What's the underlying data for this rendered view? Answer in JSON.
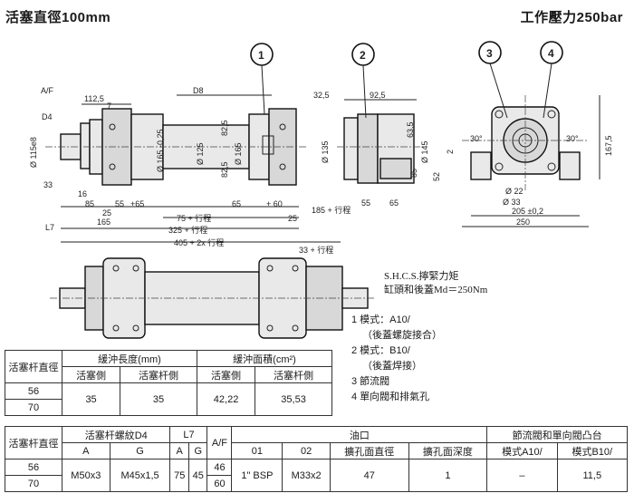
{
  "header": {
    "left": "活塞直徑100mm",
    "right": "工作壓力250bar"
  },
  "callouts": [
    "1",
    "2",
    "3",
    "4"
  ],
  "dims_side": [
    "A/F",
    "D4",
    "112,5",
    "7",
    "D8",
    "Ø 115e8",
    "33",
    "16",
    "85",
    "25",
    "55",
    "+65",
    "165",
    "L7",
    "Ø 165 -0,25",
    "Ø 125",
    "82,5",
    "82,5",
    "Ø 165",
    "65",
    "+ 60",
    "75 + 行程",
    "25",
    "325 + 行程",
    "405 + 2x 行程",
    "33 + 行程",
    "185 + 行程"
  ],
  "dims_front": [
    "32,5",
    "92,5",
    "Ø 135",
    "63,5",
    "Ø 145",
    "85",
    "55",
    "65",
    "52",
    "2"
  ],
  "dims_end": [
    "30°",
    "30°",
    "167,5",
    "Ø 22",
    "Ø 33",
    "205 ±0,2",
    "250"
  ],
  "torque_note": [
    "S.H.C.S.擰緊力矩",
    "缸頭和後蓋Md＝250Nm"
  ],
  "legend": [
    "1 模式：A10/",
    "（後蓋螺旋接合）",
    "2 模式：B10/",
    "（後蓋焊接）",
    "3 節流閥",
    "4 單向閥和排氣孔"
  ],
  "table1": {
    "h_rod": "活塞杆直徑",
    "h_cushion_len": "緩沖長度(mm)",
    "h_cushion_area": "緩沖面積(cm²)",
    "h_piston_side": "活塞側",
    "h_rod_side": "活塞杆側",
    "rod_sizes": [
      "56",
      "70"
    ],
    "values": [
      "35",
      "35",
      "42,22",
      "35,53"
    ]
  },
  "table2": {
    "h_rod": "活塞杆直徑",
    "h_thread": "活塞杆螺紋D4",
    "h_l7": "L7",
    "h_af": "A/F",
    "h_port": "油口",
    "h_valve": "節流閥和單向閥凸台",
    "h_A": "A",
    "h_G": "G",
    "h_A2": "A",
    "h_G2": "G",
    "h_01": "01",
    "h_02": "02",
    "h_counter_dia": "擴孔面直徑",
    "h_counter_depth": "擴孔面深度",
    "h_modeA": "模式A10/",
    "h_modeB": "模式B10/",
    "rod_sizes": [
      "56",
      "70"
    ],
    "thread_A": "M50x3",
    "thread_G": "M45x1,5",
    "l7_A": "75",
    "l7_G": "45",
    "af": [
      "46",
      "60"
    ],
    "port_01": "1\" BSP",
    "port_02": "M33x2",
    "counter_dia": "47",
    "counter_depth": "1",
    "modeA": "–",
    "modeB": "11,5"
  }
}
